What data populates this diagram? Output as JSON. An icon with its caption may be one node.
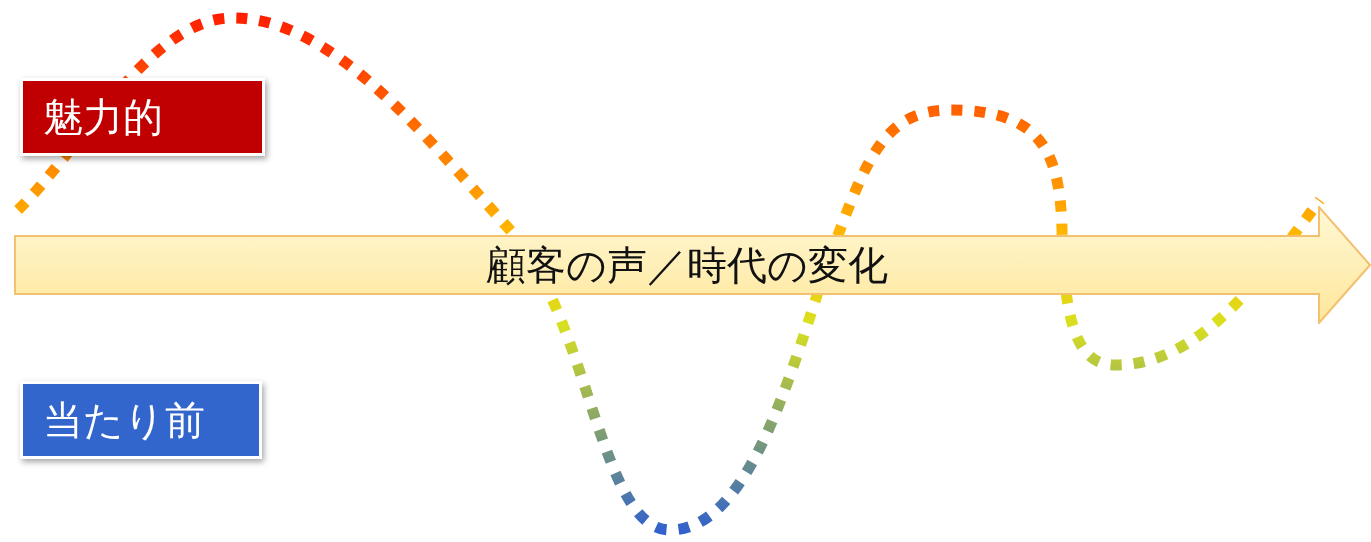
{
  "diagram": {
    "nodes": [
      {
        "text": [
          "魅力的"
        ]
      },
      {
        "text": [
          "当たり前"
        ]
      },
      {
        "text": [
          "顧客の声／時代の変化"
        ]
      }
    ]
  }
}
